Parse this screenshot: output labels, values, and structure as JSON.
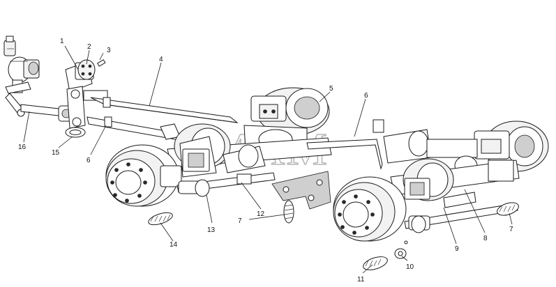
{
  "watermark": "MAM",
  "callouts": [
    {
      "id": "1",
      "text": "1"
    },
    {
      "id": "2",
      "text": "2"
    },
    {
      "id": "3",
      "text": "3"
    },
    {
      "id": "4",
      "text": "4"
    },
    {
      "id": "5",
      "text": "5"
    },
    {
      "id": "6a",
      "text": "6"
    },
    {
      "id": "6b",
      "text": "6"
    },
    {
      "id": "7a",
      "text": "7"
    },
    {
      "id": "7b",
      "text": "7"
    },
    {
      "id": "8",
      "text": "8"
    },
    {
      "id": "9",
      "text": "9"
    },
    {
      "id": "10",
      "text": "10"
    },
    {
      "id": "11",
      "text": "11"
    },
    {
      "id": "12",
      "text": "12"
    },
    {
      "id": "13",
      "text": "13"
    },
    {
      "id": "14",
      "text": "14"
    },
    {
      "id": "15",
      "text": "15"
    },
    {
      "id": "16",
      "text": "16"
    }
  ]
}
